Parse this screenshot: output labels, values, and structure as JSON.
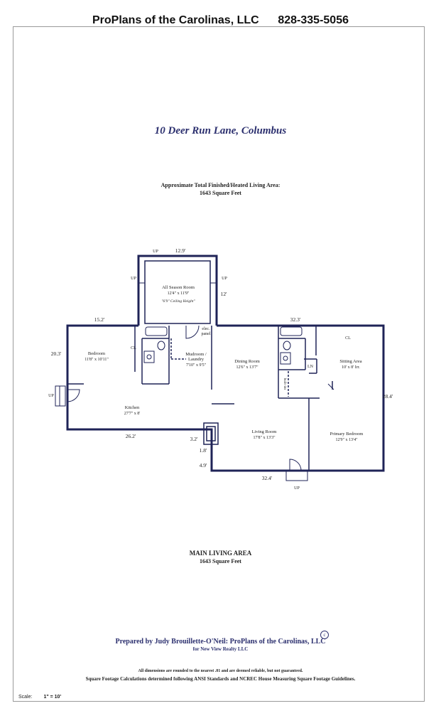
{
  "header": {
    "company": "ProPlans of the Carolinas, LLC",
    "phone": "828-335-5056"
  },
  "address": "10 Deer Run Lane, Columbus",
  "area_summary": {
    "line1": "Approximate Total Finished/Heated Living Area:",
    "line2": "1643 Square Feet"
  },
  "rooms": {
    "all_season": {
      "name": "All Season Room",
      "size": "12'4\" x 11'9\"",
      "note": "\"6'9\" Ceiling Height\""
    },
    "bedroom": {
      "name": "Bedroom",
      "size": "11'8\" x 10'11\""
    },
    "mudroom": {
      "name1": "Mudroom /",
      "name2": "Laundry",
      "size": "7'10\" x 9'5\""
    },
    "dining": {
      "name": "Dining Room",
      "size": "12'6\" x 13'7\""
    },
    "sitting": {
      "name": "Sitting Area",
      "size": "10' x 8' Irr."
    },
    "kitchen": {
      "name": "Kitchen",
      "size": "27'7\" x 8'"
    },
    "living": {
      "name": "Living Room",
      "size": "17'8\" x 13'3\""
    },
    "primary": {
      "name": "Primary Bedroom",
      "size": "12'9\" x 13'4\""
    }
  },
  "labels": {
    "up": "UP",
    "cl": "CL",
    "ln": "LN",
    "elec1": "elec.",
    "elec2": "panel",
    "builtins": "built-ins"
  },
  "dimensions": {
    "sunroom_top": "12.9'",
    "sunroom_side": "12'",
    "left_top": "15.2'",
    "right_top": "32.3'",
    "left_side": "20.3'",
    "right_side": "28.4'",
    "kitchen_bottom": "26.2'",
    "step_3_2": "3.2'",
    "step_1_8": "1.8'",
    "step_4_9": "4.9'",
    "bottom": "32.4'"
  },
  "main_area": {
    "title": "MAIN LIVING AREA",
    "sqft": "1643 Square Feet"
  },
  "footer": {
    "prepared": "Prepared by Judy Brouillette-O'Neil: ProPlans of the Carolinas, LLC",
    "copyright": "c",
    "for": "for New View Realty LLC",
    "disclaimer": "All dimensions are rounded to the nearest .01 and are deemed reliable, but not guaranteed.",
    "standards": "Square Footage Calculations determined following ANSI Standards and NCREC House Measuring Square Footage Guidelines.",
    "scale_label": "Scale:",
    "scale_value": "1\" = 10'"
  },
  "colors": {
    "wall": "#1f2357",
    "accent_text": "#2b2f6e"
  }
}
